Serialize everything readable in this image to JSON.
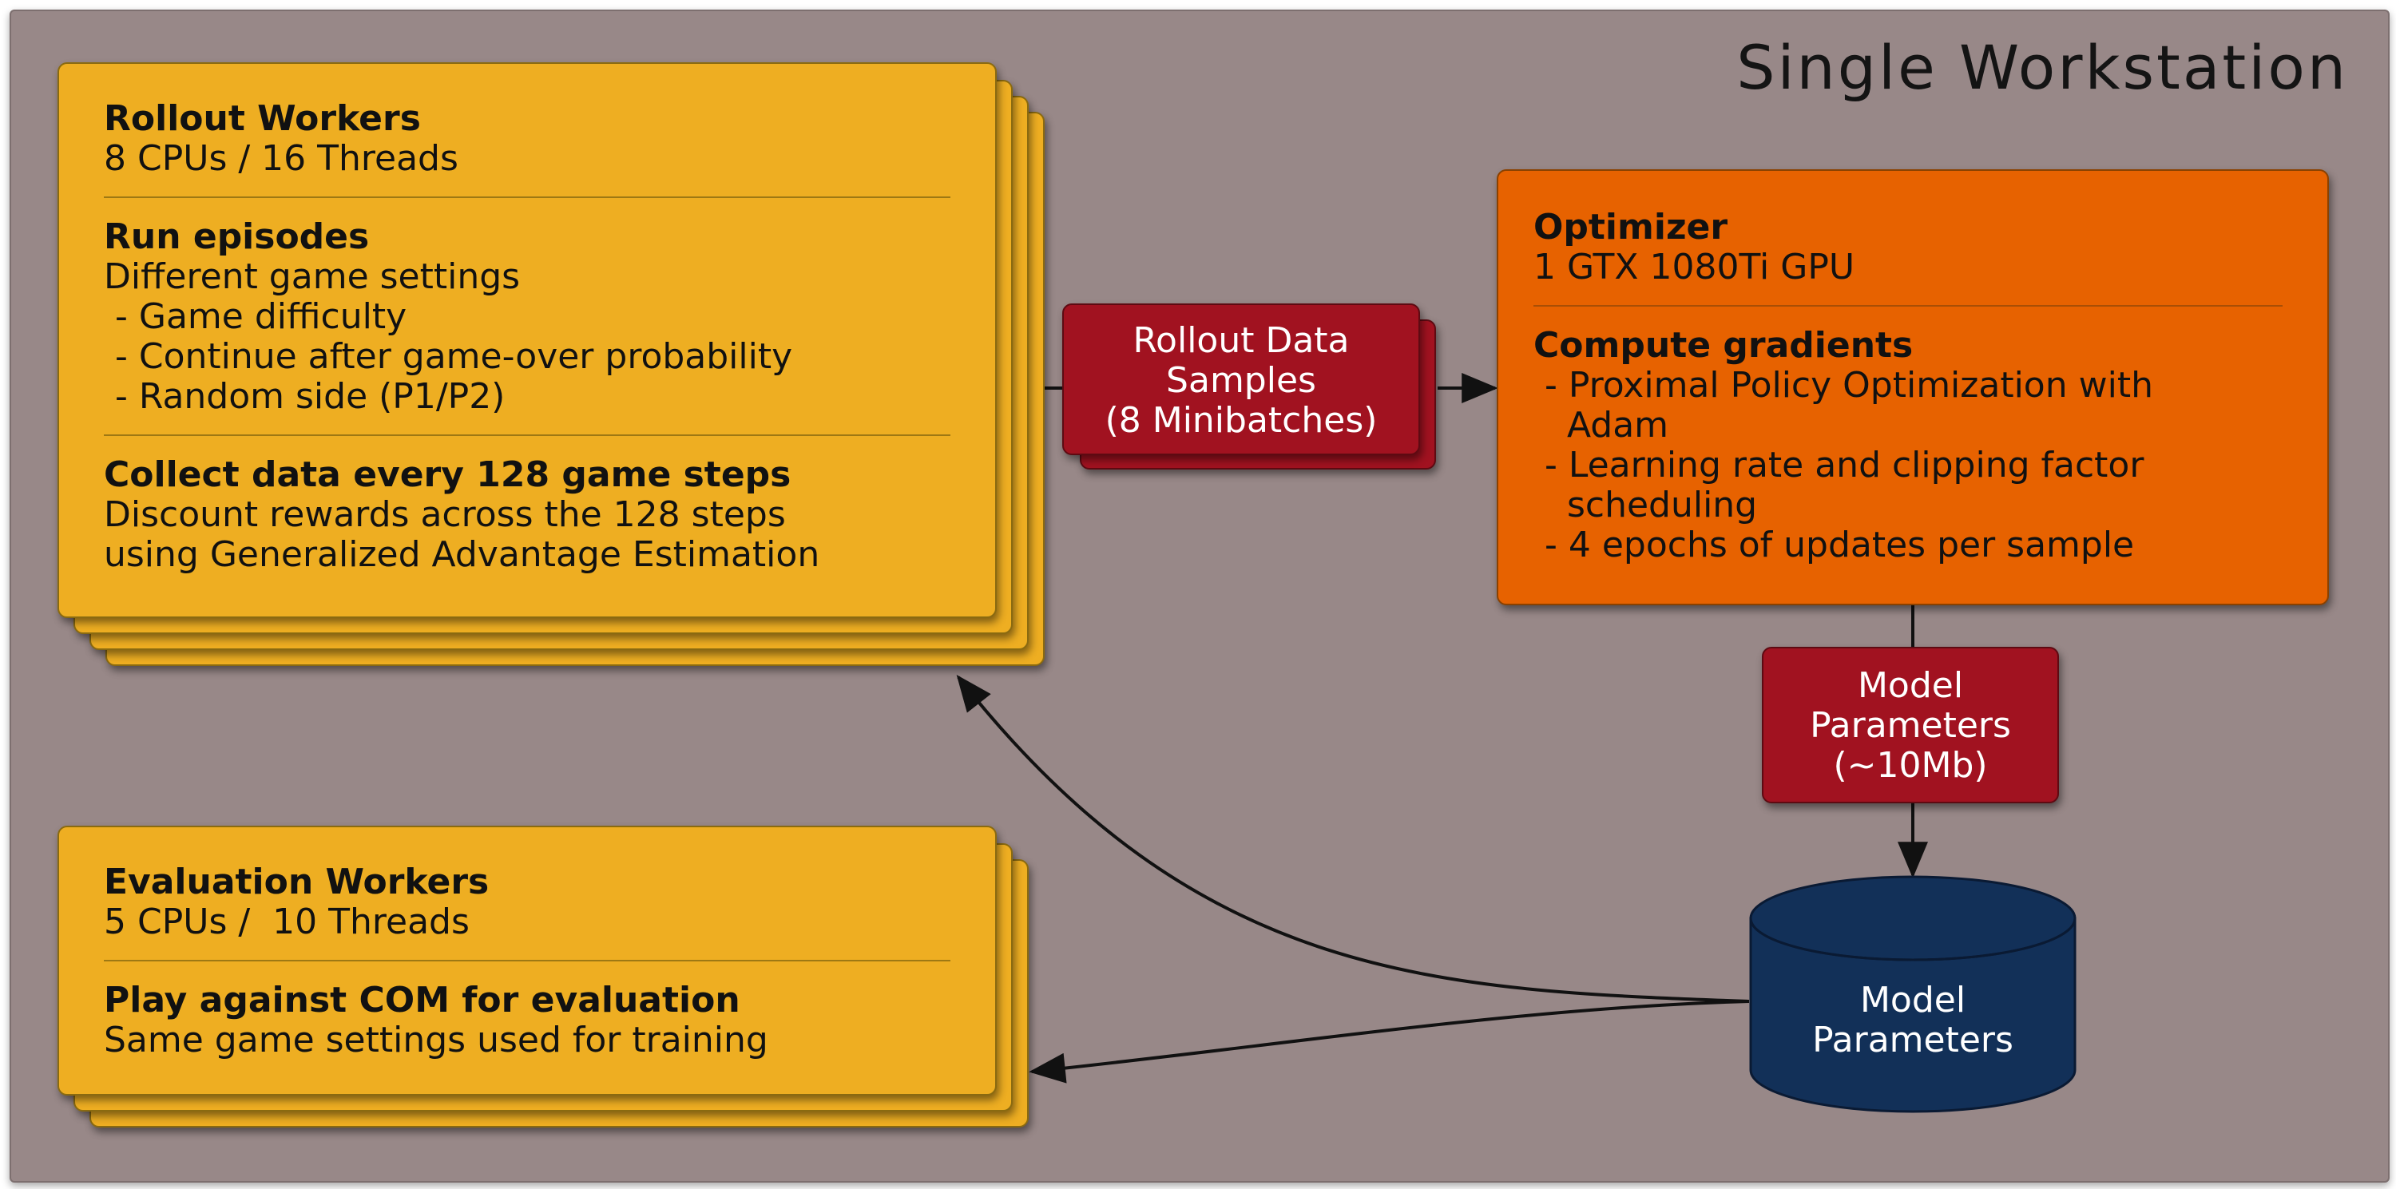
{
  "title": "Single Workstation",
  "rollout": {
    "heading": "Rollout Workers",
    "resources": "8 CPUs / 16 Threads",
    "run_heading": "Run episodes",
    "run_lines": [
      "Different game settings",
      " - Game difficulty",
      " - Continue after game-over probability",
      " - Random side (P1/P2)"
    ],
    "collect_heading": "Collect data every 128 game steps",
    "collect_lines": [
      "Discount rewards across the 128 steps",
      "using Generalized Advantage Estimation"
    ]
  },
  "evaluation": {
    "heading": "Evaluation Workers",
    "resources": "5 CPUs /  10 Threads",
    "play_heading": "Play against COM for evaluation",
    "play_lines": [
      "Same game settings used for training"
    ]
  },
  "optimizer": {
    "heading": "Optimizer",
    "resources": "1 GTX 1080Ti GPU",
    "compute_heading": "Compute gradients",
    "compute_lines": [
      " - Proximal Policy Optimization with",
      "   Adam",
      " - Learning rate and clipping factor",
      "   scheduling",
      " - 4 epochs of updates per sample"
    ]
  },
  "rollout_data": {
    "lines": [
      "Rollout Data",
      "Samples",
      "(8 Minibatches)"
    ]
  },
  "model_params_msg": {
    "lines": [
      "Model",
      "Parameters",
      "(~10Mb)"
    ]
  },
  "model_store": {
    "lines": [
      "Model",
      "Parameters"
    ]
  },
  "colors": {
    "background": "#988888",
    "worker_box": "#eeae22",
    "optimizer_box": "#e76200",
    "message_box": "#a11220",
    "storage": "#123058"
  }
}
